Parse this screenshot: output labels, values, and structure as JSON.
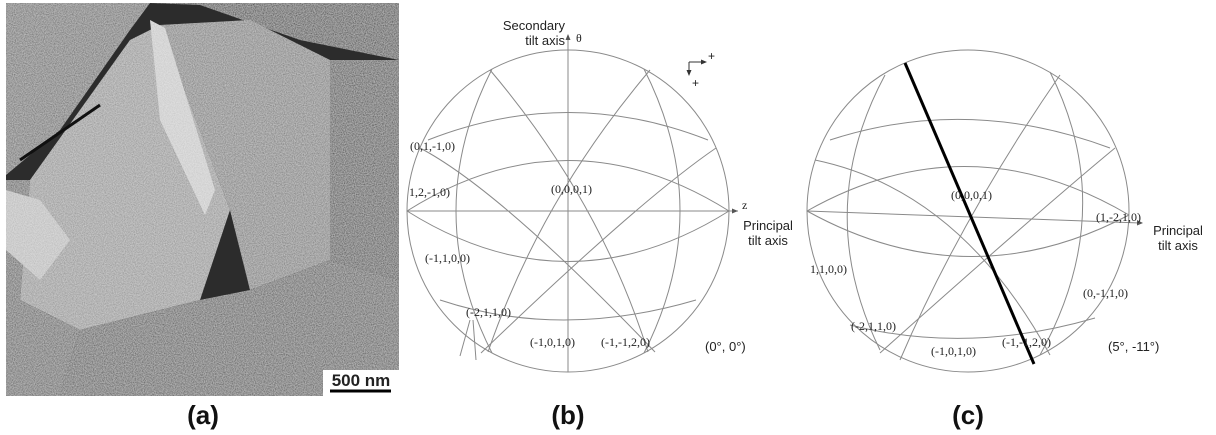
{
  "panel_a": {
    "caption": "(a)",
    "scale_bar_label": "500 nm"
  },
  "panel_b": {
    "caption": "(b)",
    "secondary_axis_label_1": "Secondary",
    "secondary_axis_label_2": "tilt axis",
    "theta_symbol": "θ",
    "z_symbol": "z",
    "principal_axis_label_1": "Principal",
    "principal_axis_label_2": "tilt axis",
    "tilt_readout": "(0°, 0°)",
    "orientation_plus_1": "+",
    "orientation_plus_2": "+",
    "poles": [
      "(0,1,-1,0)",
      "1,2,-1,0)",
      "(0,0,0,1)",
      "(-1,1,0,0)",
      "(-2,1,1,0)",
      "(-1,0,1,0)",
      "(-1,-1,2,0)"
    ]
  },
  "panel_c": {
    "caption": "(c)",
    "principal_axis_label_1": "Principal",
    "principal_axis_label_2": "tilt axis",
    "tilt_readout": "(5°, -11°)",
    "poles": [
      "(0,0,0,1)",
      "(1,-2,1,0)",
      "1,1,0,0)",
      "(0,-1,1,0)",
      "(-2,1,1,0)",
      "(-1,-1,2,0)",
      "(-1,0,1,0)"
    ]
  }
}
